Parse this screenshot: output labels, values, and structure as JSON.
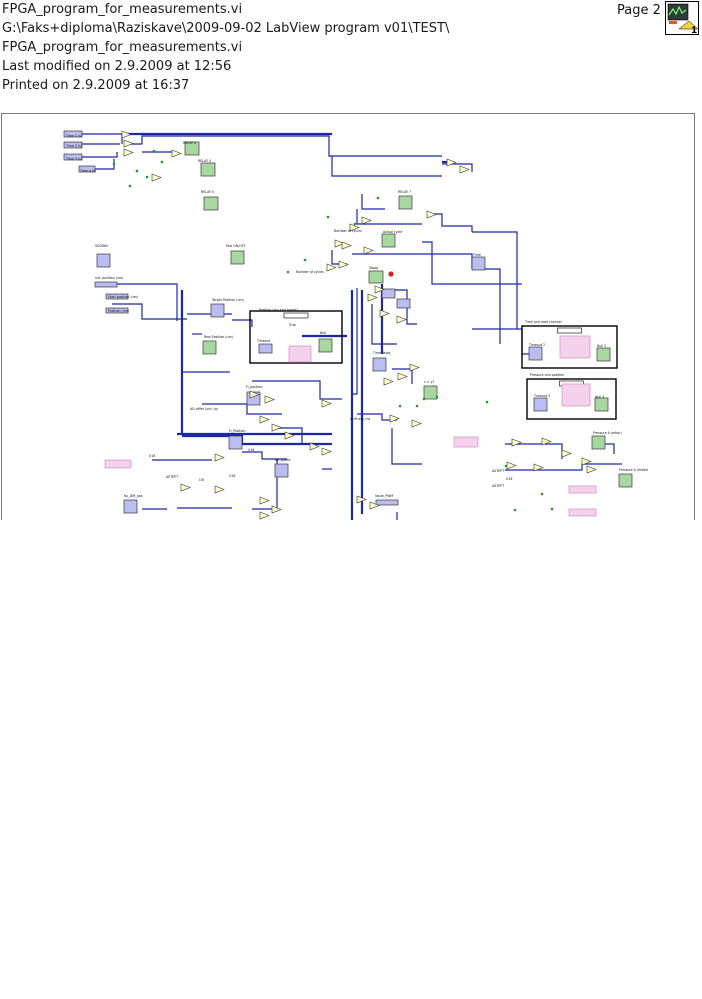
{
  "header": {
    "vi_name": "FPGA_program_for_measurements.vi",
    "path": "G:\\Faks+diploma\\Raziskave\\2009-09-02 LabView program v01\\TEST\\",
    "file_name": "FPGA_program_for_measurements.vi",
    "last_modified": "Last modified on 2.9.2009 at 12:56",
    "printed": "Printed on 2.9.2009 at 16:37",
    "page": "Page 2"
  },
  "icon": {
    "name": "labview-vi-icon",
    "badge": "1"
  },
  "colors": {
    "wire": "#1c28a8",
    "control_fill": "#b9bdf0",
    "indicator_fill": "#a9d7a1",
    "constant_fill": "#f5d2ec",
    "frame": "#7a7a7a"
  },
  "diagram": {
    "labels": {
      "time1": "Time 1 (s)",
      "time2": "Time 2 (s)",
      "time3": "Time 3 (s)",
      "time4": "Time 4 (s)",
      "relay2": "RELAY 2",
      "relay4": "RELAY 4",
      "relay5": "RELAY 5",
      "relay7": "RELAY 7",
      "vdown": "VDOWN",
      "fastonoff": "Fast ON/OFF",
      "number_of_cycles": "Number of cycles",
      "actual_cycle": "Actual cycle",
      "number_of_cycles_2": "Number of cycles",
      "stopp": "Stopp",
      "time": "Time",
      "init_position": "Init. position (um)",
      "start_position": "Start position (um)",
      "position": "Position (um)",
      "target_position": "Target Position (um)",
      "position_mu_target": "Position (mu and target)",
      "real_position": "Real Position (um)",
      "timeout": "Timeout",
      "null": "Null",
      "true_case": "True",
      "time_delay": "Time delay",
      "time_read_channel": "Time and read channel",
      "timeout2": "Timeout 2",
      "null2": "Null 2",
      "pressure_and_position": "Pressure and position",
      "timeout3": "Timeout 3",
      "null3": "Null 3",
      "x_greater_y": "x > y?",
      "ad_differ": "AD differ (um) (a)",
      "fi_position": "Fi_position",
      "fi_position_2": "Fi_Position",
      "delay_mu_um": "Shift ads_ms",
      "kp_speed": "Kp_speed",
      "kp_diff_pos": "Kp_Diff_pos",
      "value_pwm": "Value_PWM",
      "pressure_a": "Pressure A (mbar)",
      "pressure_a_limited": "Pressure A limited",
      "u16": "U16",
      "i16": "I16",
      "int8": "ASTEPT"
    }
  }
}
